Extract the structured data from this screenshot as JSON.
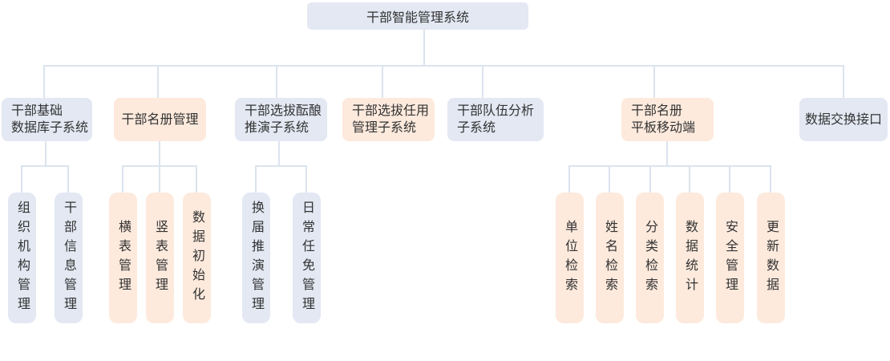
{
  "diagram": {
    "title_node": "干部智能管理系统",
    "level2": [
      {
        "label": "干部基础\n数据库子系统",
        "variant": "blue"
      },
      {
        "label": "干部名册管理",
        "variant": "orange"
      },
      {
        "label": "干部选拔酝酿\n推演子系统",
        "variant": "blue"
      },
      {
        "label": "干部选拔任用\n管理子系统",
        "variant": "orange"
      },
      {
        "label": "干部队伍分析\n子系统",
        "variant": "blue"
      },
      {
        "label": "干部名册\n平板移动端",
        "variant": "orange"
      },
      {
        "label": "数据交换接口",
        "variant": "blue"
      }
    ],
    "level3": {
      "database": [
        "组织机构管理",
        "干部信息管理"
      ],
      "roster": [
        "横表管理",
        "竖表管理",
        "数据初始化"
      ],
      "selection": [
        "换届推演管理",
        "日常任免管理"
      ],
      "mobile": [
        "单位检索",
        "姓名检索",
        "分类检索",
        "数据统计",
        "安全管理",
        "更新数据"
      ]
    },
    "colors": {
      "blue": "#e3e8f3",
      "orange": "#fdeadd",
      "line": "#dbe4ee",
      "text": "#333333"
    }
  }
}
